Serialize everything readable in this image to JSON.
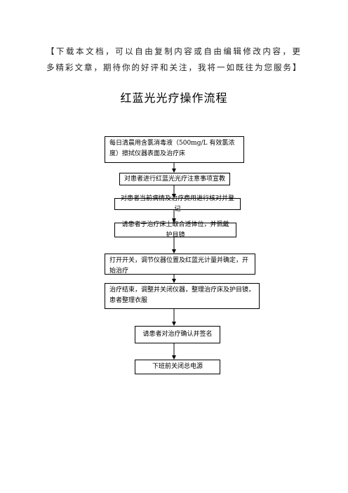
{
  "header": {
    "text": "【下载本文档，可以自由复制内容或自由编辑修改内容，更多精彩文章，期待你的好评和关注，我将一如既往为您服务】"
  },
  "title": "红蓝光光疗操作流程",
  "steps": [
    "每日清晨用含氯消毒液（500mg/L 有效氯浓度）擦拭仪器表面及治疗床",
    "对患者进行红蓝光光疗注意事项宣教",
    "对患者当前病情及治疗费用进行核对并登记",
    "请患者于治疗床上取合适体位，并佩戴护目镜",
    "打开开关，调节仪器位置及红蓝光计量并确定，开始治疗",
    "治疗结束，调整并关闭仪器，整理治疗床及护目镜，患者整理衣服",
    "请患者对治疗确认并签名",
    "下班前关闭总电源"
  ]
}
